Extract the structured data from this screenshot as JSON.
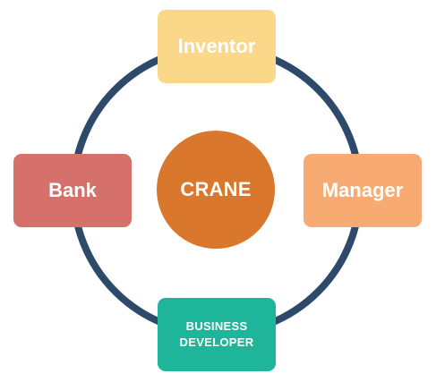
{
  "center": {
    "label": "CRANE",
    "color": "#d9782d"
  },
  "ring": {
    "color": "#2e4a6b"
  },
  "nodes": {
    "top": {
      "label": "Inventor",
      "color": "#fbd78a"
    },
    "left": {
      "label": "Bank",
      "color": "#d5706a"
    },
    "right": {
      "label": "Manager",
      "color": "#f7ab72"
    },
    "bottom": {
      "line1": "BUSINESS",
      "line2": "DEVELOPER",
      "color": "#1fb59a"
    }
  }
}
